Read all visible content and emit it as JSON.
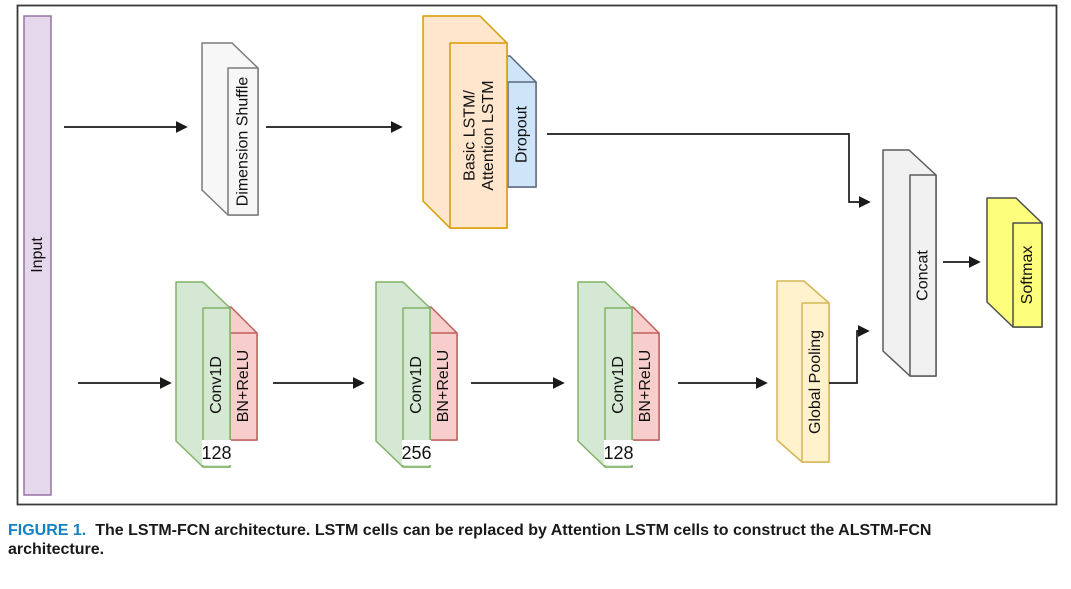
{
  "figure": {
    "caption_label": "FIGURE 1.",
    "caption_line1": "The LSTM-FCN architecture. LSTM cells can be replaced by Attention LSTM cells to construct the ALSTM-FCN",
    "caption_line2": "architecture."
  },
  "blocks": {
    "input": {
      "label": "Input"
    },
    "dimension_shuffle": {
      "label": "Dimension Shuffle"
    },
    "lstm": {
      "label_line1": "Basic LSTM/",
      "label_line2": "Attention LSTM"
    },
    "dropout": {
      "label": "Dropout"
    },
    "conv1": {
      "label": "Conv1D",
      "filters": "128"
    },
    "conv2": {
      "label": "Conv1D",
      "filters": "256"
    },
    "conv3": {
      "label": "Conv1D",
      "filters": "128"
    },
    "bn_relu1": {
      "label": "BN+ReLU"
    },
    "bn_relu2": {
      "label": "BN+ReLU"
    },
    "bn_relu3": {
      "label": "BN+ReLU"
    },
    "global_pooling": {
      "label": "Global Pooling"
    },
    "concat": {
      "label": "Concat"
    },
    "softmax": {
      "label": "Softmax"
    }
  },
  "colors": {
    "input_fill": "#E5D8ED",
    "input_stroke": "#9673A6",
    "shuffle_fill": "#F7F7F7",
    "shuffle_stroke": "#7A7A7A",
    "lstm_fill": "#FFE6CC",
    "lstm_stroke": "#D79B00",
    "dropout_fill": "#CEE4F9",
    "dropout_stroke": "#5B6B7C",
    "conv_fill": "#D5E8D4",
    "conv_stroke": "#82B366",
    "bn_fill": "#F8CECC",
    "bn_stroke": "#C0605C",
    "pool_fill": "#FFF2CC",
    "pool_stroke": "#D6B656",
    "concat_fill": "#F1F1F1",
    "concat_stroke": "#5A5A5A",
    "softmax_fill": "#FDFF7C",
    "softmax_stroke": "#4D4D4D",
    "label_bg": "#FFFFFF",
    "arrow": "#1A1A1A",
    "border": "#3A3A3A",
    "figure_label_blue": "#1581C2",
    "caption_text": "#1A1A1A"
  }
}
